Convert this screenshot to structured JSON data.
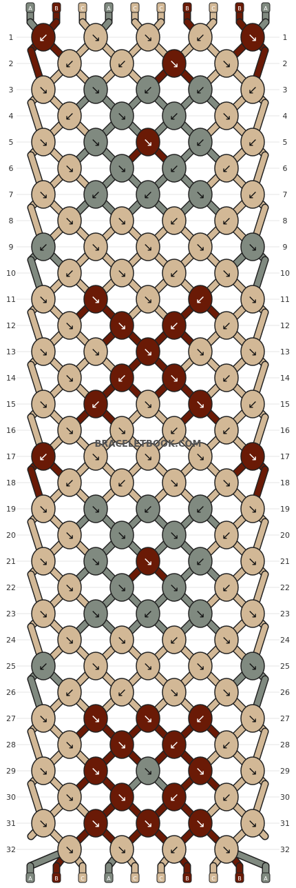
{
  "site": "BRACELETBOOK.COM",
  "colors": {
    "A": "#808a80",
    "B": "#6a1a06",
    "C": "#d2b896"
  },
  "strands": [
    "A",
    "B",
    "C",
    "A",
    "C",
    "C",
    "B",
    "C",
    "B",
    "A"
  ],
  "rows": [
    {
      "label": "1",
      "knots": [
        {
          "c": "B",
          "d": "↙"
        },
        {
          "c": "C",
          "d": "↘"
        },
        {
          "c": "C",
          "d": "↘"
        },
        {
          "c": "C",
          "d": "↙"
        },
        {
          "c": "B",
          "d": "↘"
        }
      ]
    },
    {
      "label": "2",
      "knots": [
        {
          "c": "C",
          "d": "↙"
        },
        {
          "c": "C",
          "d": "↙"
        },
        {
          "c": "B",
          "d": "↘"
        },
        {
          "c": "C",
          "d": "↘"
        }
      ]
    },
    {
      "label": "3",
      "knots": [
        {
          "c": "C",
          "d": "↘"
        },
        {
          "c": "A",
          "d": "↘"
        },
        {
          "c": "A",
          "d": "↙"
        },
        {
          "c": "A",
          "d": "↙"
        },
        {
          "c": "C",
          "d": "↙"
        }
      ]
    },
    {
      "label": "4",
      "knots": [
        {
          "c": "C",
          "d": "↙"
        },
        {
          "c": "A",
          "d": "↘"
        },
        {
          "c": "A",
          "d": "↙"
        },
        {
          "c": "C",
          "d": "↘"
        }
      ]
    },
    {
      "label": "5",
      "knots": [
        {
          "c": "C",
          "d": "↘"
        },
        {
          "c": "A",
          "d": "↘"
        },
        {
          "c": "B",
          "d": "↘"
        },
        {
          "c": "A",
          "d": "↙"
        },
        {
          "c": "C",
          "d": "↙"
        }
      ]
    },
    {
      "label": "6",
      "knots": [
        {
          "c": "C",
          "d": "↘"
        },
        {
          "c": "A",
          "d": "↘"
        },
        {
          "c": "A",
          "d": "↙"
        },
        {
          "c": "C",
          "d": "↙"
        }
      ]
    },
    {
      "label": "7",
      "knots": [
        {
          "c": "C",
          "d": "↘"
        },
        {
          "c": "A",
          "d": "↙"
        },
        {
          "c": "A",
          "d": "↙"
        },
        {
          "c": "A",
          "d": "↘"
        },
        {
          "c": "C",
          "d": "↙"
        }
      ]
    },
    {
      "label": "8",
      "knots": [
        {
          "c": "C",
          "d": "↘"
        },
        {
          "c": "C",
          "d": "↘"
        },
        {
          "c": "C",
          "d": "↙"
        },
        {
          "c": "C",
          "d": "↙"
        }
      ]
    },
    {
      "label": "9",
      "knots": [
        {
          "c": "A",
          "d": "↙"
        },
        {
          "c": "C",
          "d": "↘"
        },
        {
          "c": "C",
          "d": "↘"
        },
        {
          "c": "C",
          "d": "↘"
        },
        {
          "c": "A",
          "d": "↘"
        }
      ]
    },
    {
      "label": "10",
      "knots": [
        {
          "c": "C",
          "d": "↙"
        },
        {
          "c": "C",
          "d": "↘"
        },
        {
          "c": "C",
          "d": "↙"
        },
        {
          "c": "C",
          "d": "↘"
        }
      ]
    },
    {
      "label": "11",
      "knots": [
        {
          "c": "C",
          "d": "↘"
        },
        {
          "c": "B",
          "d": "↘"
        },
        {
          "c": "C",
          "d": "↘"
        },
        {
          "c": "B",
          "d": "↙"
        },
        {
          "c": "C",
          "d": "↘"
        }
      ]
    },
    {
      "label": "12",
      "knots": [
        {
          "c": "C",
          "d": "↘"
        },
        {
          "c": "B",
          "d": "↘"
        },
        {
          "c": "B",
          "d": "↙"
        },
        {
          "c": "C",
          "d": "↙"
        }
      ]
    },
    {
      "label": "13",
      "knots": [
        {
          "c": "C",
          "d": "↘"
        },
        {
          "c": "C",
          "d": "↘"
        },
        {
          "c": "B",
          "d": "↘"
        },
        {
          "c": "C",
          "d": "↘"
        },
        {
          "c": "C",
          "d": "↘"
        }
      ]
    },
    {
      "label": "14",
      "knots": [
        {
          "c": "C",
          "d": "↘"
        },
        {
          "c": "B",
          "d": "↙"
        },
        {
          "c": "B",
          "d": "↘"
        },
        {
          "c": "C",
          "d": "↙"
        }
      ]
    },
    {
      "label": "15",
      "knots": [
        {
          "c": "C",
          "d": "↘"
        },
        {
          "c": "B",
          "d": "↙"
        },
        {
          "c": "C",
          "d": "↘"
        },
        {
          "c": "B",
          "d": "↘"
        },
        {
          "c": "C",
          "d": "↙"
        }
      ]
    },
    {
      "label": "16",
      "knots": [
        {
          "c": "C",
          "d": "↘"
        },
        {
          "c": "C",
          "d": "↘"
        },
        {
          "c": "C",
          "d": "↙"
        },
        {
          "c": "C",
          "d": "↙"
        }
      ]
    },
    {
      "label": "17",
      "knots": [
        {
          "c": "B",
          "d": "↙"
        },
        {
          "c": "C",
          "d": "↘"
        },
        {
          "c": "C",
          "d": "↘"
        },
        {
          "c": "C",
          "d": "↘"
        },
        {
          "c": "B",
          "d": "↘"
        }
      ]
    },
    {
      "label": "18",
      "knots": [
        {
          "c": "C",
          "d": "↙"
        },
        {
          "c": "C",
          "d": "↙"
        },
        {
          "c": "C",
          "d": "↘"
        },
        {
          "c": "C",
          "d": "↘"
        }
      ]
    },
    {
      "label": "19",
      "knots": [
        {
          "c": "C",
          "d": "↘"
        },
        {
          "c": "A",
          "d": "↘"
        },
        {
          "c": "A",
          "d": "↙"
        },
        {
          "c": "A",
          "d": "↙"
        },
        {
          "c": "C",
          "d": "↘"
        }
      ]
    },
    {
      "label": "20",
      "knots": [
        {
          "c": "C",
          "d": "↘"
        },
        {
          "c": "A",
          "d": "↘"
        },
        {
          "c": "A",
          "d": "↘"
        },
        {
          "c": "C",
          "d": "↙"
        }
      ]
    },
    {
      "label": "21",
      "knots": [
        {
          "c": "C",
          "d": "↘"
        },
        {
          "c": "A",
          "d": "↘"
        },
        {
          "c": "B",
          "d": "↘"
        },
        {
          "c": "A",
          "d": "↙"
        },
        {
          "c": "C",
          "d": "↘"
        }
      ]
    },
    {
      "label": "22",
      "knots": [
        {
          "c": "C",
          "d": "↘"
        },
        {
          "c": "A",
          "d": "↘"
        },
        {
          "c": "A",
          "d": "↘"
        },
        {
          "c": "C",
          "d": "↙"
        }
      ]
    },
    {
      "label": "23",
      "knots": [
        {
          "c": "C",
          "d": "↘"
        },
        {
          "c": "A",
          "d": "↘"
        },
        {
          "c": "A",
          "d": "↙"
        },
        {
          "c": "A",
          "d": "↘"
        },
        {
          "c": "C",
          "d": "↘"
        }
      ]
    },
    {
      "label": "24",
      "knots": [
        {
          "c": "C",
          "d": "↘"
        },
        {
          "c": "C",
          "d": "↘"
        },
        {
          "c": "C",
          "d": "↙"
        },
        {
          "c": "C",
          "d": "↘"
        }
      ]
    },
    {
      "label": "25",
      "knots": [
        {
          "c": "A",
          "d": "↙"
        },
        {
          "c": "C",
          "d": "↘"
        },
        {
          "c": "C",
          "d": "↘"
        },
        {
          "c": "C",
          "d": "↘"
        },
        {
          "c": "A",
          "d": "↘"
        }
      ]
    },
    {
      "label": "26",
      "knots": [
        {
          "c": "C",
          "d": "↙"
        },
        {
          "c": "C",
          "d": "↙"
        },
        {
          "c": "C",
          "d": "↘"
        },
        {
          "c": "C",
          "d": "↘"
        }
      ]
    },
    {
      "label": "27",
      "knots": [
        {
          "c": "C",
          "d": "↘"
        },
        {
          "c": "B",
          "d": "↘"
        },
        {
          "c": "B",
          "d": "↘"
        },
        {
          "c": "B",
          "d": "↙"
        },
        {
          "c": "C",
          "d": "↘"
        }
      ]
    },
    {
      "label": "28",
      "knots": [
        {
          "c": "C",
          "d": "↘"
        },
        {
          "c": "B",
          "d": "↘"
        },
        {
          "c": "B",
          "d": "↙"
        },
        {
          "c": "C",
          "d": "↙"
        }
      ]
    },
    {
      "label": "29",
      "knots": [
        {
          "c": "C",
          "d": "↘"
        },
        {
          "c": "B",
          "d": "↘"
        },
        {
          "c": "A",
          "d": "↘"
        },
        {
          "c": "B",
          "d": "↘"
        },
        {
          "c": "C",
          "d": "↘"
        }
      ]
    },
    {
      "label": "30",
      "knots": [
        {
          "c": "C",
          "d": "↘"
        },
        {
          "c": "B",
          "d": "↘"
        },
        {
          "c": "B",
          "d": "↙"
        },
        {
          "c": "C",
          "d": "↙"
        }
      ]
    },
    {
      "label": "31",
      "knots": [
        {
          "c": "C",
          "d": "↘"
        },
        {
          "c": "B",
          "d": "↘"
        },
        {
          "c": "B",
          "d": "↘"
        },
        {
          "c": "B",
          "d": "↘"
        },
        {
          "c": "C",
          "d": "↘"
        }
      ]
    },
    {
      "label": "32",
      "knots": [
        {
          "c": "C",
          "d": "↘"
        },
        {
          "c": "C",
          "d": "↘"
        },
        {
          "c": "C",
          "d": "↙"
        },
        {
          "c": "C",
          "d": "↘"
        }
      ]
    }
  ]
}
